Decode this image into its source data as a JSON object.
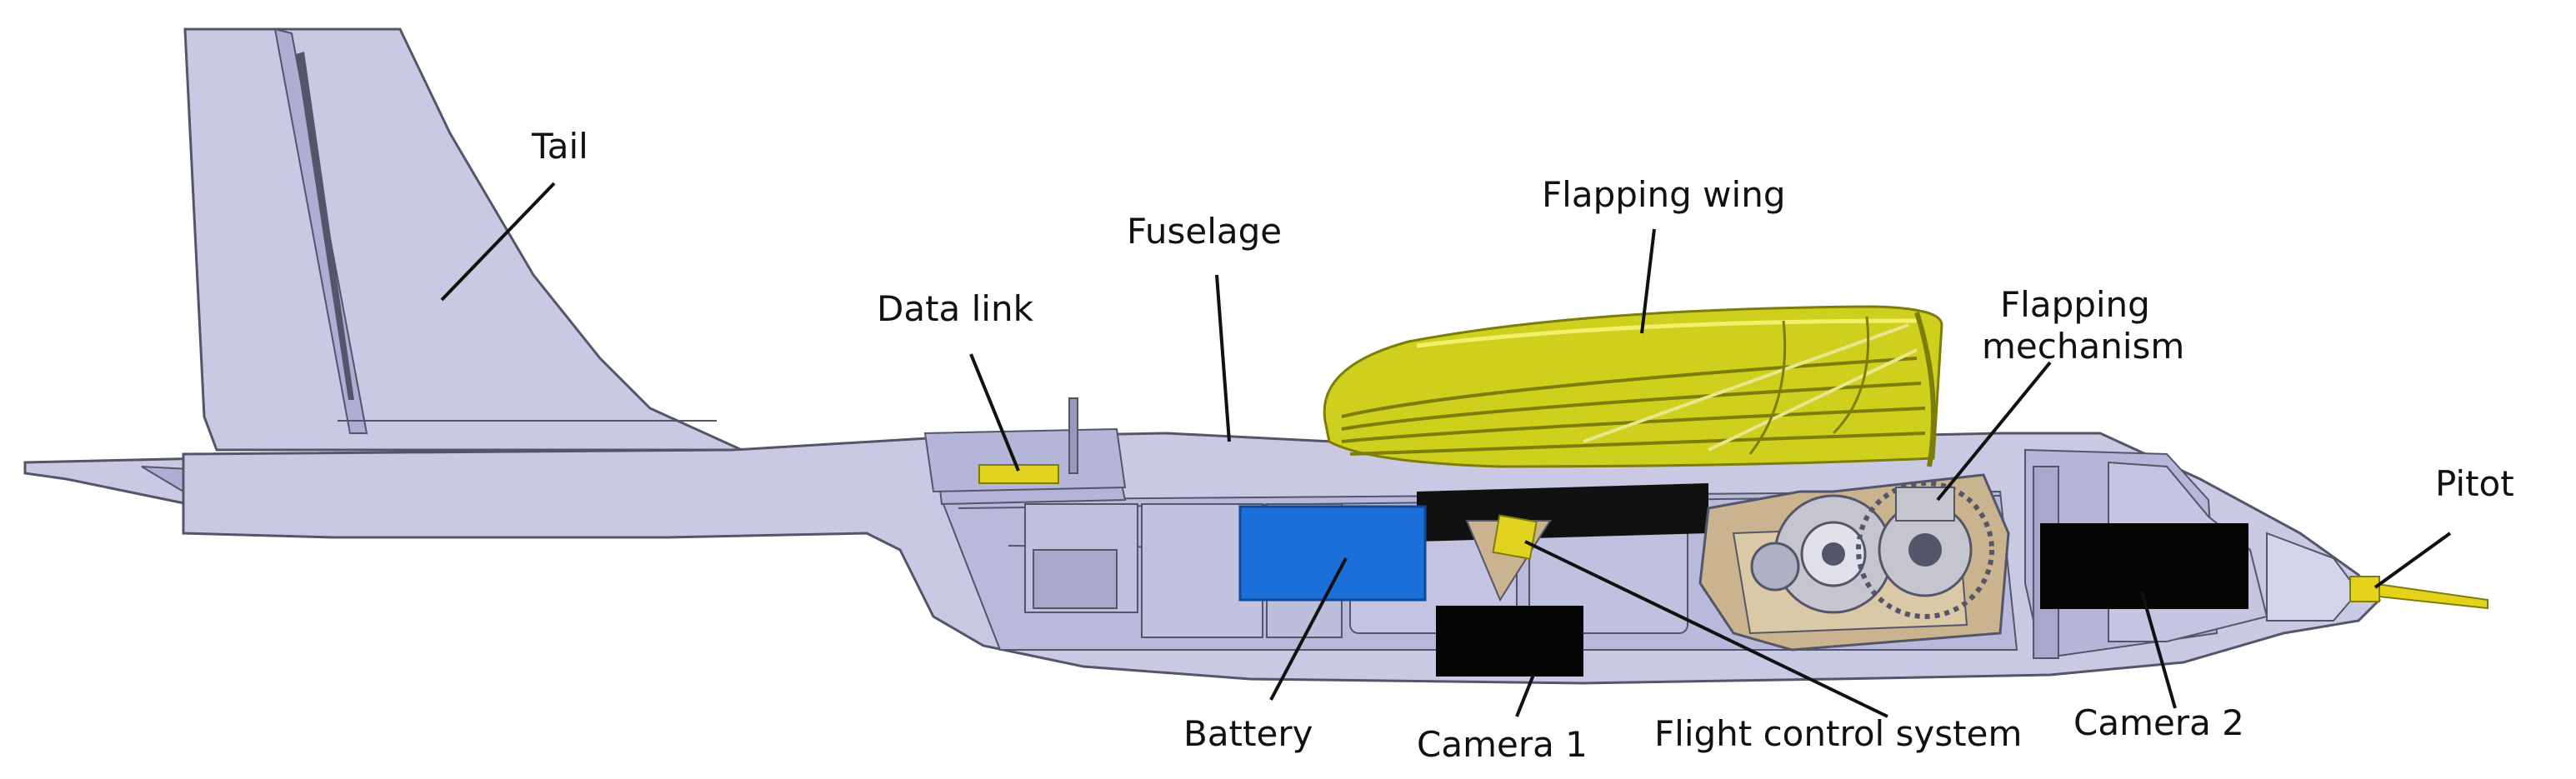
{
  "labels": {
    "tail": "Tail",
    "fuselage": "Fuselage",
    "data_link": "Data link",
    "flapping_wing": "Flapping wing",
    "flapping_mechanism_line1": "Flapping",
    "flapping_mechanism_line2": "mechanism",
    "pitot": "Pitot",
    "battery": "Battery",
    "camera1": "Camera 1",
    "flight_control_system": "Flight control system",
    "camera2": "Camera 2"
  },
  "colors": {
    "body": "#c9c9e4",
    "body_dark": "#aeaed4",
    "outline": "#55556a",
    "wing": "#cfcf1e",
    "wing_dark": "#7d7d0a",
    "battery": "#1c6ed8",
    "camera": "#050505",
    "brace": "#c9b48f",
    "gear": "#c5c5cf",
    "pitot": "#e5d21a"
  }
}
